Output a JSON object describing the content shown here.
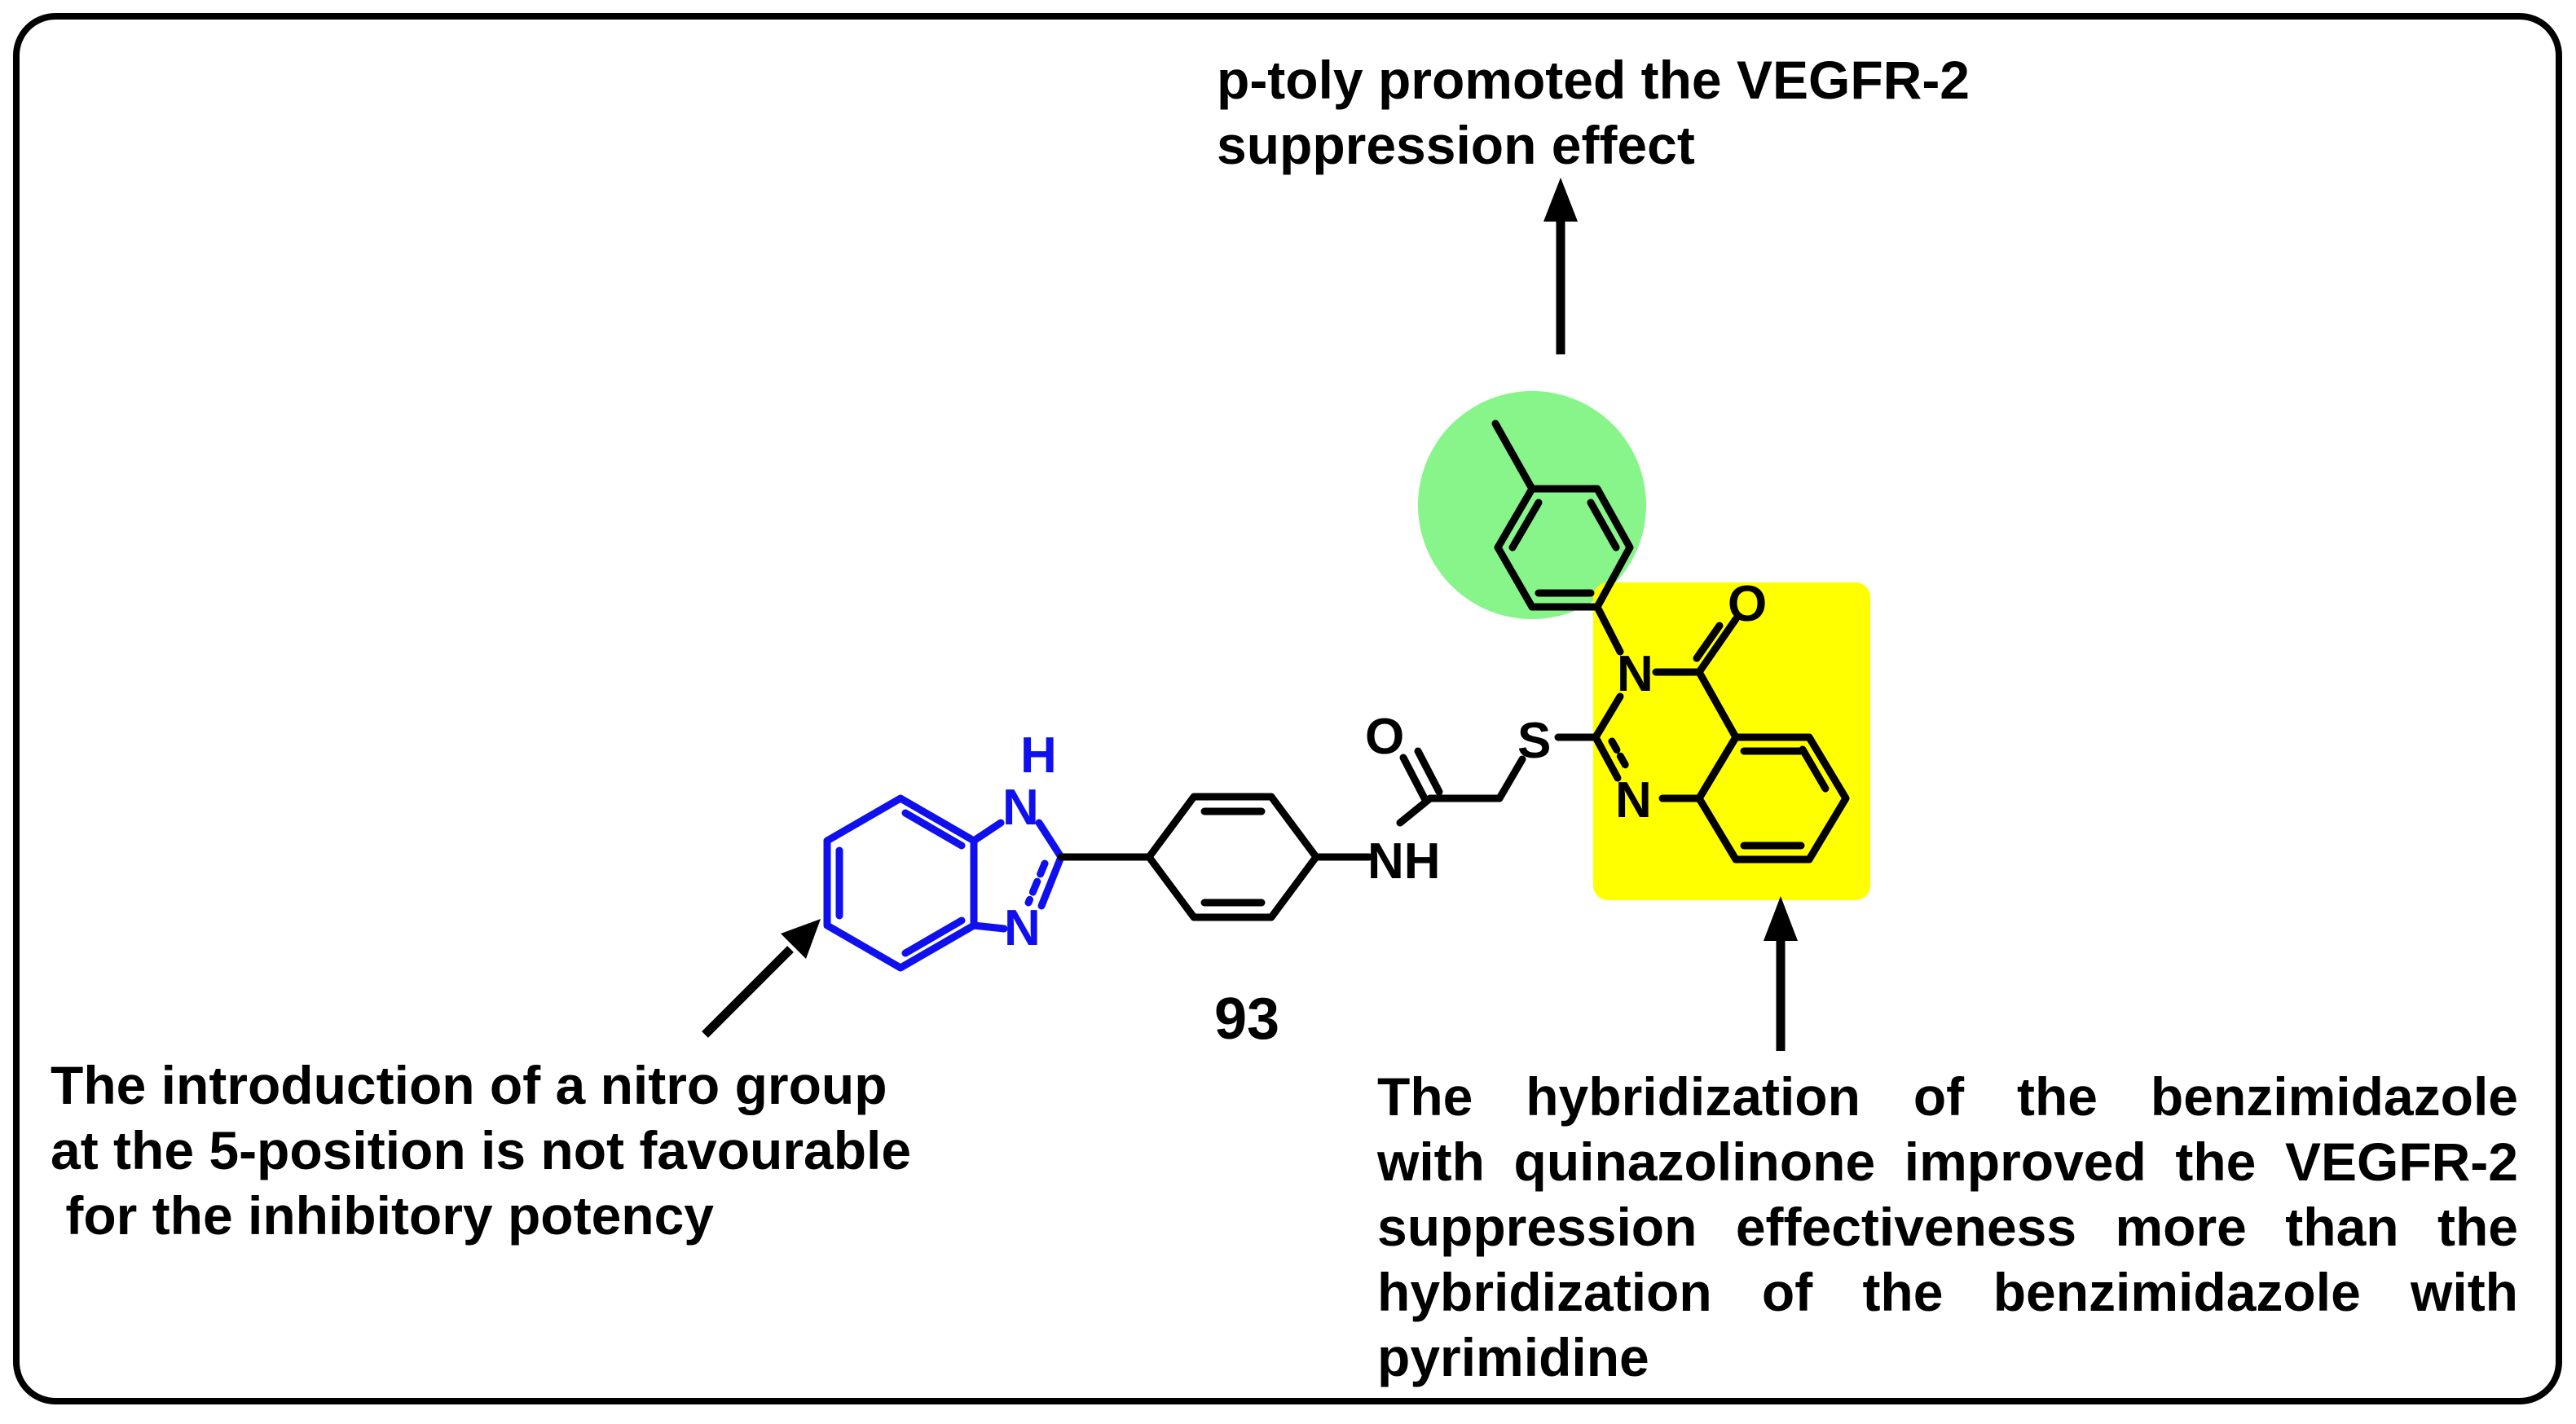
{
  "colors": {
    "border": "#000000",
    "benzimidazole": "#1010ee",
    "tolyl_highlight": "#88f58a",
    "quinazolinone_highlight": "#ffff00",
    "text": "#000000"
  },
  "compound_number": "93",
  "atoms": {
    "nh_benzimidazole_h": "H",
    "nh_benzimidazole_n": "N",
    "n_benzimidazole": "N",
    "amide_o": "O",
    "amide_nh": "NH",
    "thioether_s": "S",
    "quinazolinone_n3": "N",
    "quinazolinone_n1": "N",
    "quinazolinone_o": "O"
  },
  "annotations": {
    "top": {
      "lines": [
        "p-toly promoted the VEGFR-2",
        "suppression effect"
      ]
    },
    "left": {
      "lines": [
        "The introduction of a nitro group",
        "at the 5-position is not favourable",
        " for the inhibitory potency"
      ]
    },
    "right": {
      "lines": [
        "The hybridization of the benzimidazole",
        "with quinazolinone improved the VEGFR-2",
        "suppression effectiveness more than the",
        "hybridization of the benzimidazole with",
        "pyrimidine"
      ]
    }
  }
}
